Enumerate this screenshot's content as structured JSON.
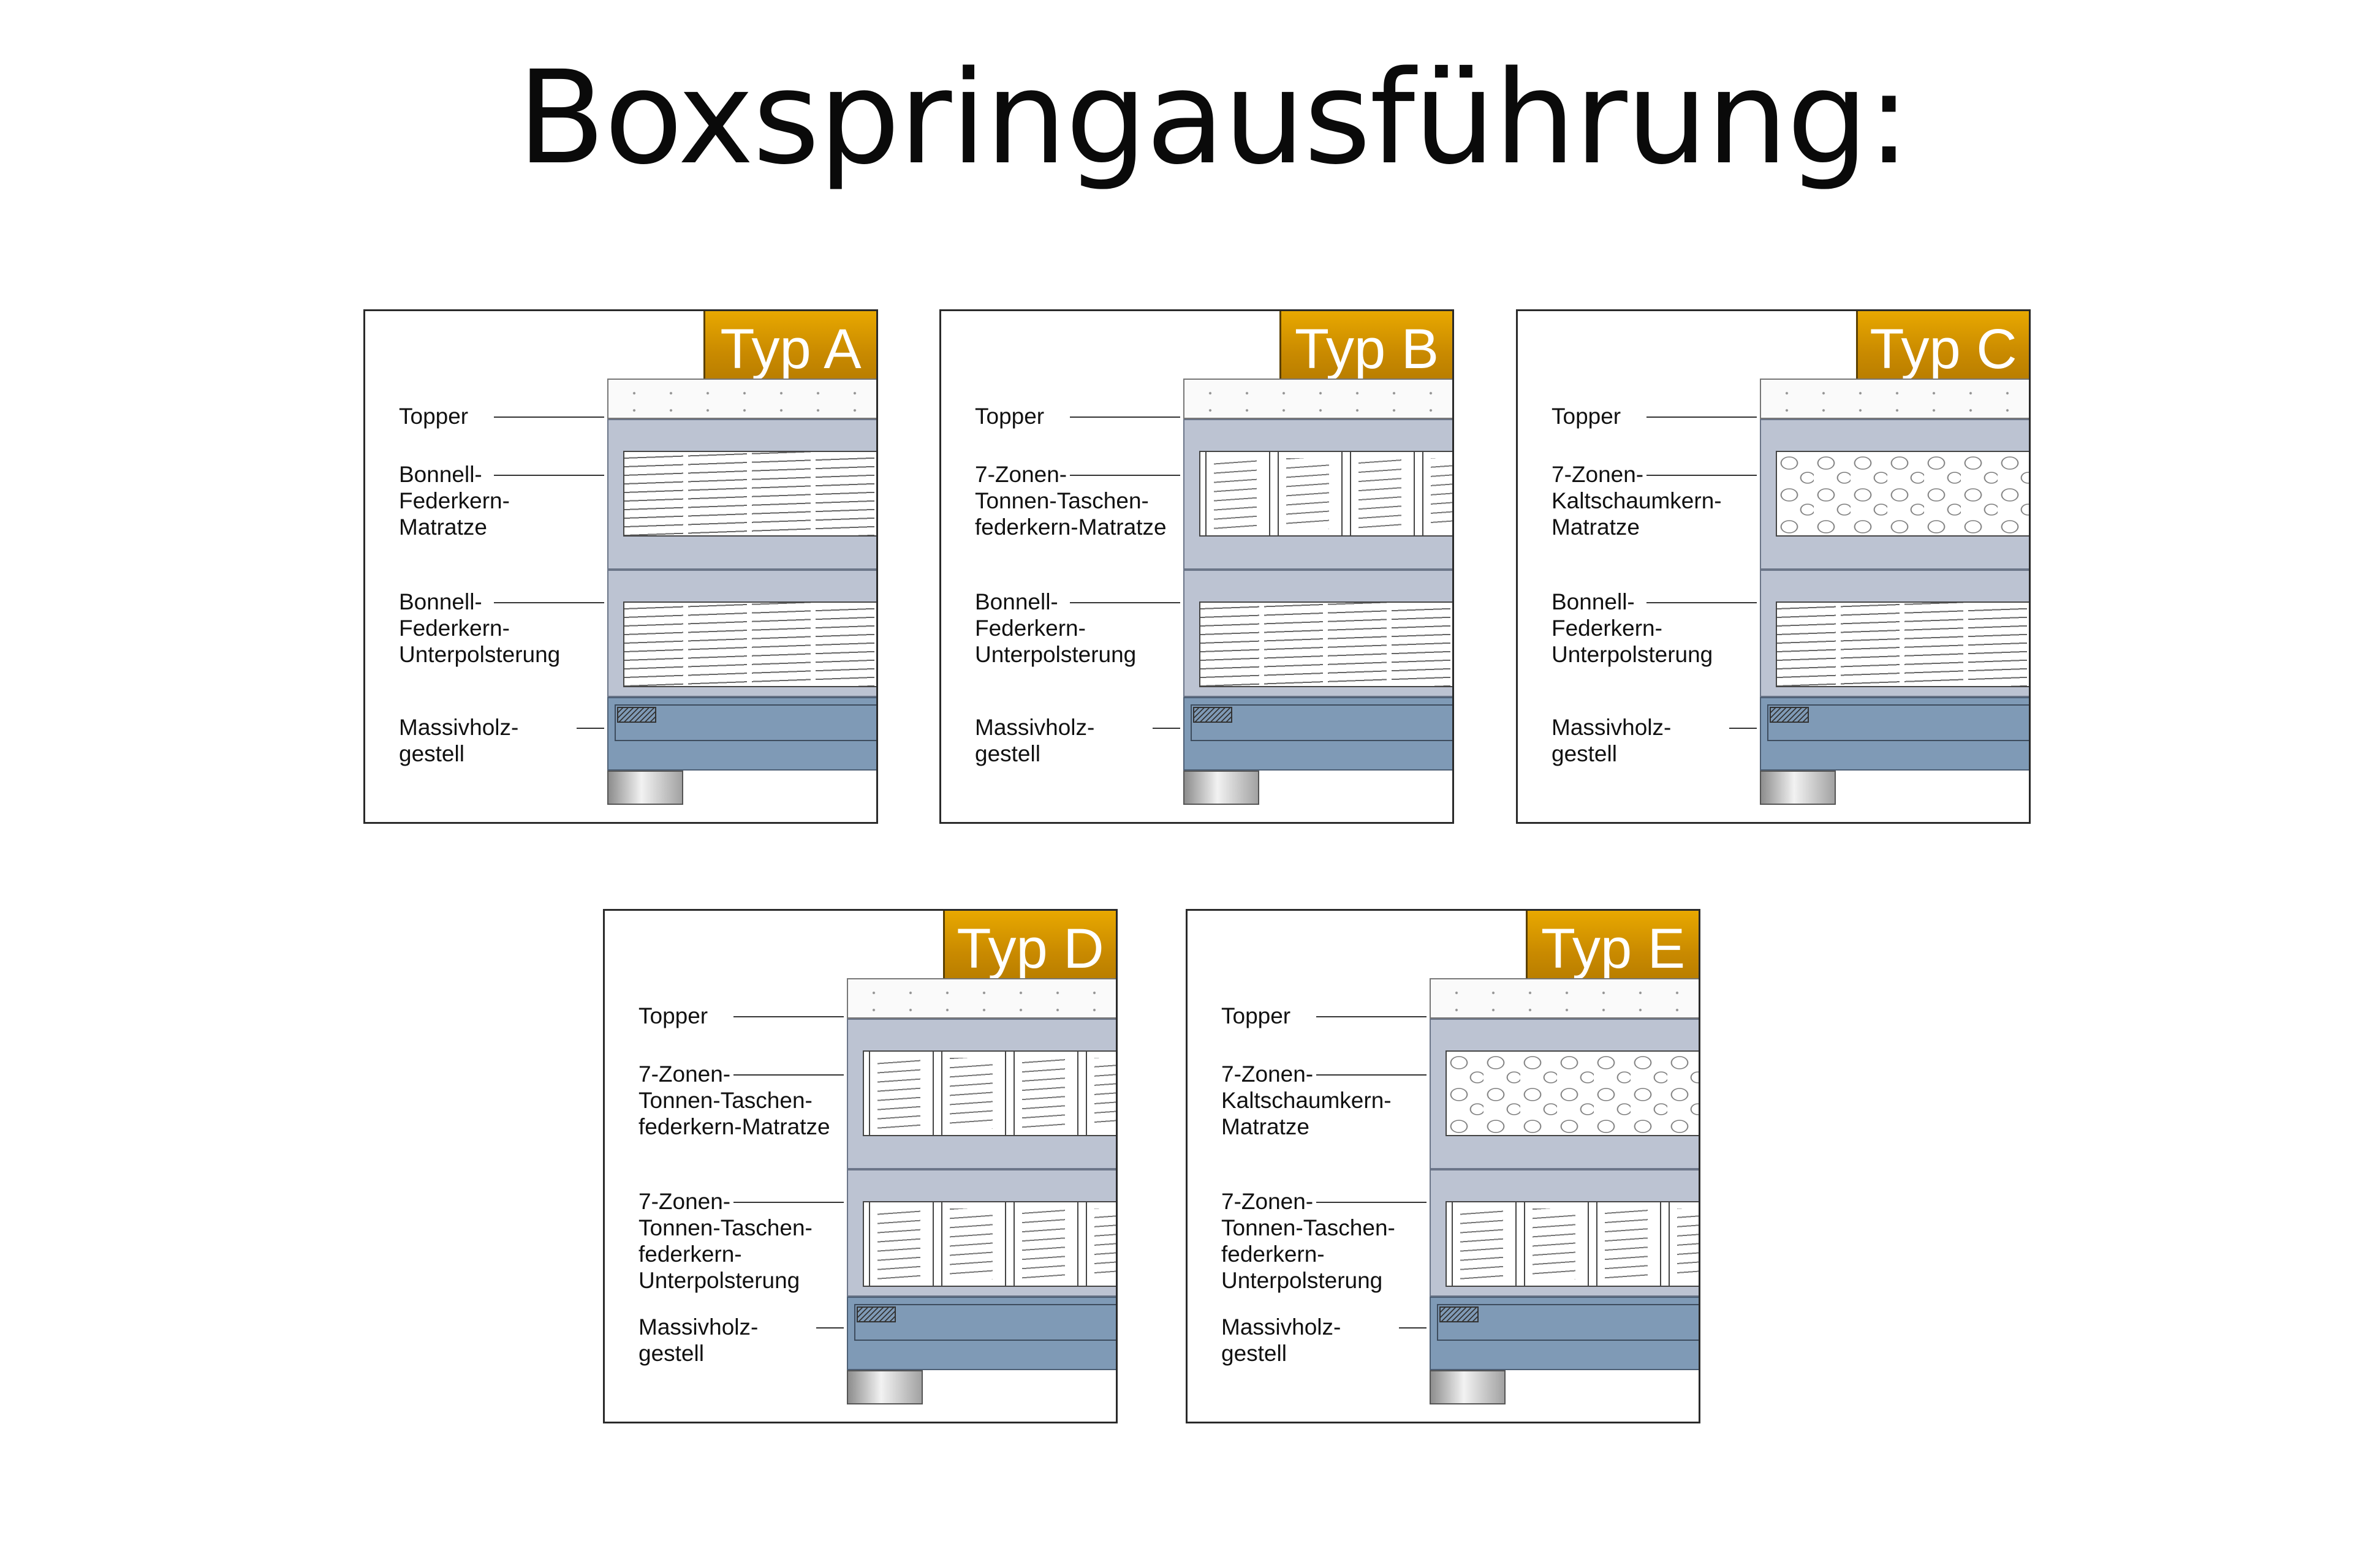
{
  "title": "Boxspringausführung:",
  "cards": [
    {
      "badge": "Typ A",
      "labels": {
        "topper": "Topper",
        "mattress": "Bonnell-\nFederkern-\nMatratze",
        "base": "Bonnell-\nFederkern-\nUnterpolsterung",
        "frame": "Massivholz-\ngestell"
      },
      "mattress_core": "bonnell-spring",
      "base_core": "bonnell-spring"
    },
    {
      "badge": "Typ B",
      "labels": {
        "topper": "Topper",
        "mattress": "7-Zonen-\nTonnen-Taschen-\nfederkern-Matratze",
        "base": "Bonnell-\nFederkern-\nUnterpolsterung",
        "frame": "Massivholz-\ngestell"
      },
      "mattress_core": "pocket-spring",
      "base_core": "bonnell-spring"
    },
    {
      "badge": "Typ C",
      "labels": {
        "topper": "Topper",
        "mattress": "7-Zonen-\nKaltschaumkern-\nMatratze",
        "base": "Bonnell-\nFederkern-\nUnterpolsterung",
        "frame": "Massivholz-\ngestell"
      },
      "mattress_core": "cold-foam",
      "base_core": "bonnell-spring"
    },
    {
      "badge": "Typ D",
      "labels": {
        "topper": "Topper",
        "mattress": "7-Zonen-\nTonnen-Taschen-\nfederkern-Matratze",
        "base": "7-Zonen-\nTonnen-Taschen-\nfederkern-\nUnterpolsterung",
        "frame": "Massivholz-\ngestell"
      },
      "mattress_core": "pocket-spring",
      "base_core": "pocket-spring"
    },
    {
      "badge": "Typ E",
      "labels": {
        "topper": "Topper",
        "mattress": "7-Zonen-\nKaltschaumkern-\nMatratze",
        "base": "7-Zonen-\nTonnen-Taschen-\nfederkern-\nUnterpolsterung",
        "frame": "Massivholz-\ngestell"
      },
      "mattress_core": "cold-foam",
      "base_core": "pocket-spring"
    }
  ],
  "colors": {
    "badge": "#d49400",
    "layer": "#bcc3d2",
    "frame": "#7f9ab6"
  }
}
